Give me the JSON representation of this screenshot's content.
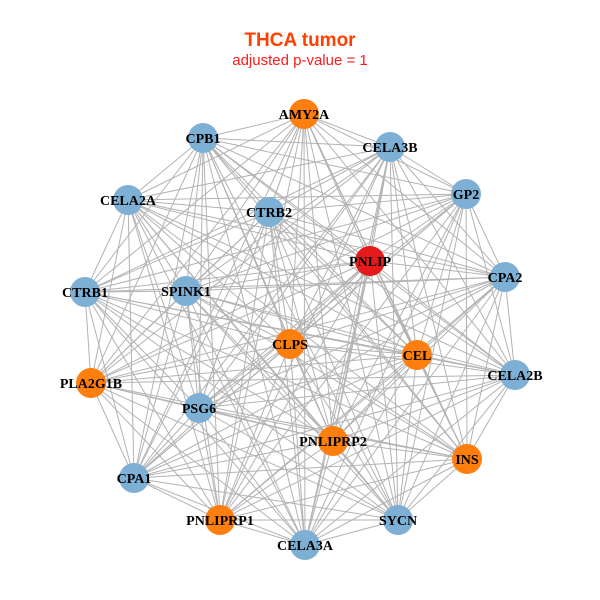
{
  "title": "THCA tumor",
  "subtitle": "adjusted p-value = 1",
  "colors": {
    "blue": "#7eb0d5",
    "orange": "#ff7f0e",
    "red": "#e41a1c",
    "edge": "#b3b3b3"
  },
  "nodes": [
    {
      "name": "AMY2A",
      "group": "orange"
    },
    {
      "name": "CPB1",
      "group": "blue"
    },
    {
      "name": "CELA3B",
      "group": "blue"
    },
    {
      "name": "GP2",
      "group": "blue"
    },
    {
      "name": "CELA2A",
      "group": "blue"
    },
    {
      "name": "CTRB2",
      "group": "blue"
    },
    {
      "name": "PNLIP",
      "group": "red"
    },
    {
      "name": "CPA2",
      "group": "blue"
    },
    {
      "name": "CTRB1",
      "group": "blue"
    },
    {
      "name": "SPINK1",
      "group": "blue"
    },
    {
      "name": "CLPS",
      "group": "orange"
    },
    {
      "name": "CEL",
      "group": "orange"
    },
    {
      "name": "CELA2B",
      "group": "blue"
    },
    {
      "name": "PLA2G1B",
      "group": "orange"
    },
    {
      "name": "PSG6",
      "group": "blue"
    },
    {
      "name": "PNLIPRP2",
      "group": "orange"
    },
    {
      "name": "INS",
      "group": "orange"
    },
    {
      "name": "CPA1",
      "group": "blue"
    },
    {
      "name": "PNLIPRP1",
      "group": "orange"
    },
    {
      "name": "SYCN",
      "group": "blue"
    },
    {
      "name": "CELA3A",
      "group": "blue"
    }
  ]
}
